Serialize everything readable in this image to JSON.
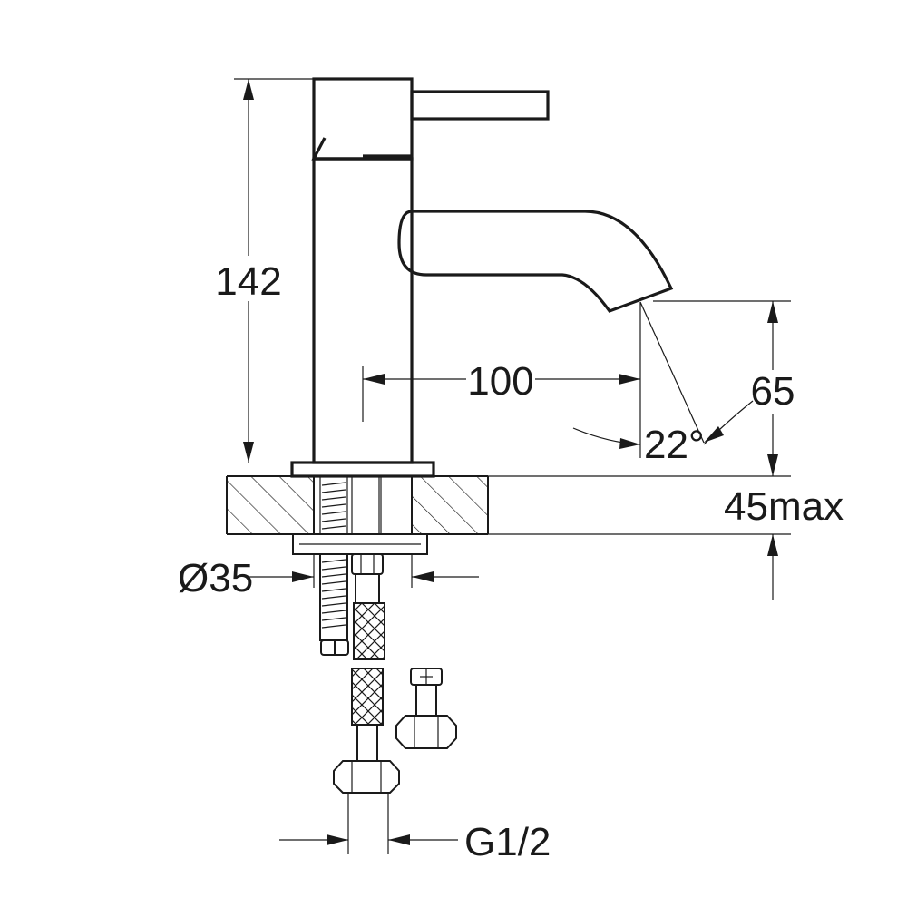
{
  "dimensions": {
    "height": "142",
    "reach": "100",
    "spout_height": "65",
    "angle": "22°",
    "deck_thickness": "45max",
    "hole_diameter": "Ø35",
    "thread": "G1/2"
  }
}
